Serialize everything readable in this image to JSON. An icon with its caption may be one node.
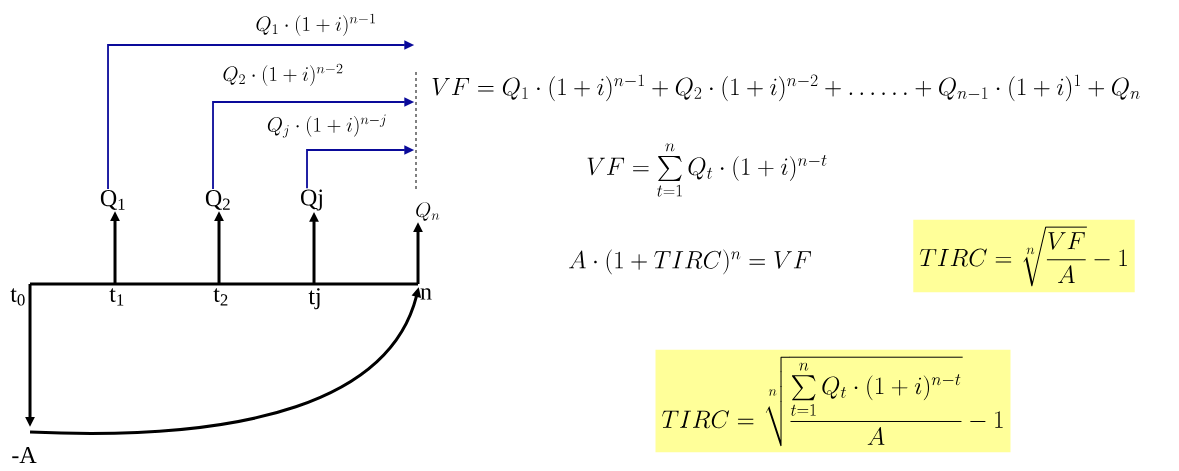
{
  "diagram": {
    "nodes": [
      {
        "text": [
          "Q$_{1}$"
        ]
      },
      {
        "text": [
          "Q$_{2}$"
        ]
      },
      {
        "text": [
          "Qj"
        ]
      },
      {
        "text": [
          "Q_n"
        ]
      },
      {
        "text": [
          "-A"
        ]
      },
      {
        "text": [
          "n"
        ]
      },
      {
        "text": [
          "TIRC = \\sqrt[n]{\\dfrac{VF}{A}} - 1"
        ]
      },
      {
        "text": [
          "TIRC = \\sqrt[n]{\\dfrac{\\sum\\limits_{t=1}^{n} Q_t \\cdot (1+i)^{n-t}}{A}} - 1"
        ]
      },
      {
        "text": [
          "t$_{0}$"
        ]
      },
      {
        "text": [
          "t$_{1}$"
        ]
      },
      {
        "text": [
          "t$_{2}$"
        ]
      },
      {
        "text": [
          "tj"
        ]
      },
      {
        "text": [],
        "shape": "line"
      }
    ],
    "edges": [
      {
        "from": 0,
        "to": 12,
        "arrow": "to",
        "label": "Q_1 \\cdot (1+i)^{n-1}",
        "color": "#0a0a9a"
      },
      {
        "from": 1,
        "to": 12,
        "arrow": "to",
        "label": "Q_2 \\cdot (1+i)^{n-2}",
        "color": "#0a0a9a"
      },
      {
        "from": 2,
        "to": 12,
        "arrow": "to",
        "label": "Q_j \\cdot (1+i)^{n-j}",
        "color": "#0a0a9a"
      },
      {
        "from": 9,
        "to": 0,
        "arrow": "to"
      },
      {
        "from": 10,
        "to": 1,
        "arrow": "to"
      },
      {
        "from": 11,
        "to": 2,
        "arrow": "to"
      },
      {
        "from": 5,
        "to": 3,
        "arrow": "to"
      },
      {
        "from": 8,
        "to": 4,
        "arrow": "to"
      },
      {
        "from": 4,
        "to": 5,
        "arrow": "to"
      }
    ],
    "labels": [
      "VF = Q_1 \\cdot (1+i)^{n-1} + Q_2 \\cdot (1+i)^{n-2} + \\ldots\\ldots + Q_{n-1} \\cdot (1+i)^{1} + Q_n",
      "VF = \\sum\\limits_{t=1}^{n} Q_t \\cdot (1+i)^{n-t}",
      "A \\cdot (1+TIRC)^{n} = VF"
    ]
  }
}
